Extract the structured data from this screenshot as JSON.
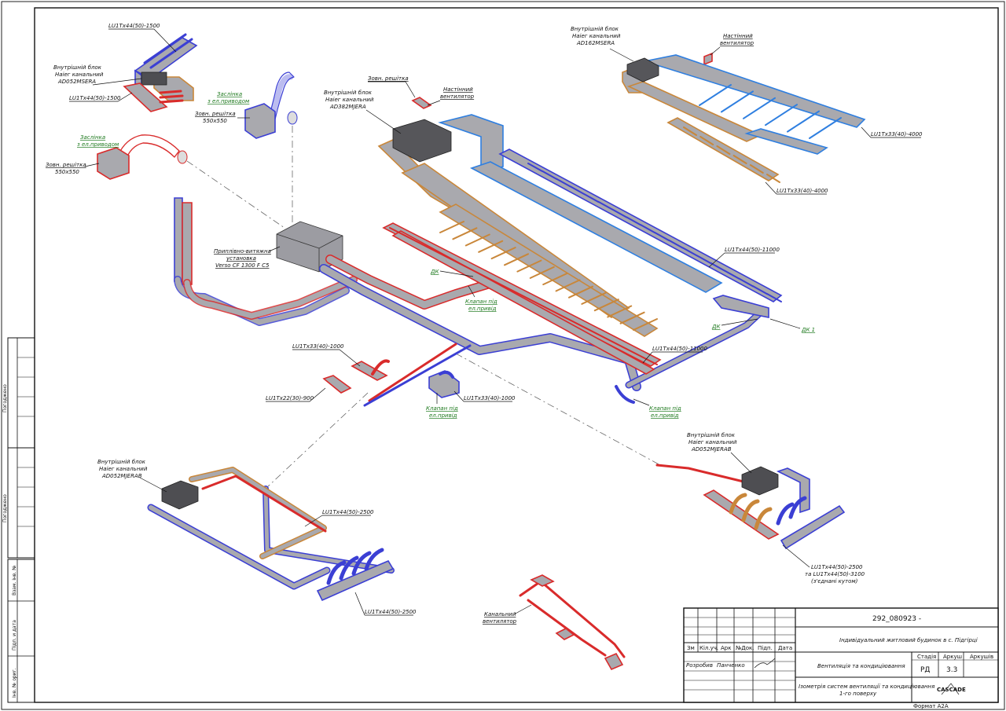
{
  "labels": {
    "indoor_unit_tl": [
      "Внутрішній блок",
      "Наіег канальний",
      "AD052MSERA"
    ],
    "lu_tl_top": "LU1Tx44(50)-1500",
    "lu_tl_bottom": "LU1Tx44(50)-1500",
    "damper_top": [
      "Заслінка",
      "з ел.приводом"
    ],
    "grille_top": [
      "Зовн. решітка",
      "550х550"
    ],
    "damper_left": [
      "Заслінка",
      "з ел.приводом"
    ],
    "grille_left": [
      "Зовн. решітка",
      "550х550"
    ],
    "grille_small": "Зовн. решітка",
    "wall_fan_mid": [
      "Настінний",
      "вентилятор"
    ],
    "indoor_unit_mid": [
      "Внутрішній блок",
      "Наіег канальний",
      "AD382MJERA"
    ],
    "indoor_unit_tr": [
      "Внутрішній блок",
      "Наіег канальний",
      "AD162MSERA"
    ],
    "wall_fan_tr": [
      "Настінний",
      "вентилятор"
    ],
    "lu_tr_1": "LU1Tx33(40)-4000",
    "lu_tr_2": "LU1Tx33(40)-4000",
    "ahu": [
      "Приплівно-витяжна",
      "установка",
      "Verso CF 1300 F C5"
    ],
    "dk_1": "ДК",
    "valve_1": [
      "Клапан під",
      "ел.привід"
    ],
    "lu_mid_11000a": "LU1Tx44(50)-11000",
    "lu_mid_11000b": "LU1Tx44(50)-11000",
    "dk_2": "ДК",
    "dk_3": "ДК 1",
    "lu_1000": "LU1Tx33(40)-1000",
    "lu_900": "LU1Tx22(30)-900",
    "lu_1000b": "LU1Tx33(40)-1000",
    "valve_2": [
      "Клапан під",
      "ел.привід"
    ],
    "valve_3": [
      "Клапан під",
      "ел.привід"
    ],
    "indoor_unit_br": [
      "Внутрішній блок",
      "Наіег канальний",
      "AD052MJERAB"
    ],
    "indoor_unit_bl": [
      "Внутрішній блок",
      "Наіег канальний",
      "AD052MJERAB"
    ],
    "lu_bl_2500a": "LU1Tx44(50)-2500",
    "lu_bl_2500b": "LU1Tx44(50)-2500",
    "lu_br": [
      "LU1Tx44(50)-2500",
      "та LU1Tx44(50)-3100",
      "(з'єднані кутом)"
    ],
    "channel_fan": [
      "Канальний",
      "вентилятор"
    ]
  },
  "side_stamp": {
    "agreed_1": "Погоджено",
    "agreed_2": "Погоджено",
    "inv_replace": "Взам. інв. №",
    "sign_date": "Підп. и дата",
    "inv_orig": "Інв. № ориг."
  },
  "title_block": {
    "code": "292_080923 -",
    "object": "Індивідуальний житловий будинок в с. Підгірці",
    "section": "Вентиляція та кондиціювання",
    "sheet_title": [
      "Ізометрія систем вентиляції та кондиціювання",
      "1-го поверху"
    ],
    "cols": [
      "Зм",
      "Кіл.уч.",
      "Арк",
      "№Док.",
      "Підп.",
      "Дата"
    ],
    "role_dev": "Розробив",
    "name_dev": "Панченко",
    "stage_label": "Стадія",
    "sheet_label": "Аркуш",
    "sheets_label": "Аркушів",
    "stage": "РД",
    "sheet": "3.3",
    "sheets": "",
    "logo": "CASCADE",
    "format": "Формат А2А"
  },
  "colors": {
    "supply_red": "#d92b2b",
    "exhaust_blue": "#3b3fd4",
    "ac_orange": "#c9873a",
    "ac_blue": "#2f7fe0",
    "duct_grey": "#a9a9ae",
    "unit_dark": "#4a4a4e",
    "frame": "#111111",
    "note_green": "#1f7a1f"
  }
}
